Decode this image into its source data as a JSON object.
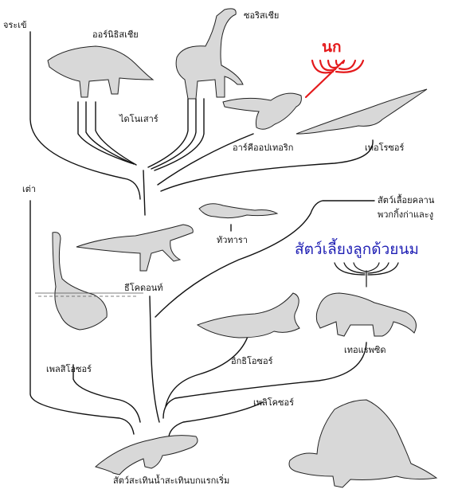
{
  "labels": {
    "crocodiles": "จระเข้",
    "ornithischia": "ออร์นิธิสเชีย",
    "saurischia": "ซอริสเชีย",
    "birds": "นก",
    "dinosaurs": "ไดโนเสาร์",
    "archaeopteryx": "อาร์คีออปเทอริก",
    "pterosaurs": "เทอโรซอร์",
    "turtles": "เต่า",
    "lizards_snakes": "สัตว์เลื้อยคลาน",
    "lizards_snakes_2": "พวกกิ้งก่าและงู",
    "tuatara": "ทัวทารา",
    "thecodont": "ธีโคดอนท์",
    "mammals": "สัตว์เลี้ยงลูกด้วยนม",
    "therapsid": "เทอแรพซิด",
    "ichthyosaur": "อิกธิโอซอร์",
    "plesiosaur": "เพลสิโอซอร์",
    "pelycosaur": "เพลิโคซอร์",
    "amphibian_ancestor": "สัตว์สะเทินน้ำสะเทินบกแรกเริ่ม"
  },
  "colors": {
    "line": "#111111",
    "birds": "#e41a1c",
    "mammals": "#1f1fb4"
  }
}
